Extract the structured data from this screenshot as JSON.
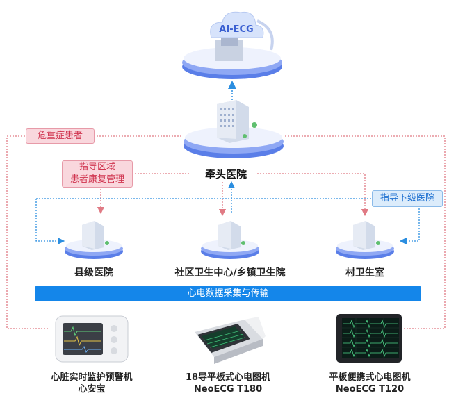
{
  "cloud": {
    "label": "AI-ECG"
  },
  "hub": {
    "label": "牵头医院"
  },
  "tags": {
    "critical": "危重症患者",
    "guide_region_line1": "指导区域",
    "guide_region_line2": "患者康复管理",
    "guide_lower": "指导下级医院"
  },
  "facilities": [
    {
      "label": "县级医院"
    },
    {
      "label": "社区卫生中心/乡镇卫生院"
    },
    {
      "label": "村卫生室"
    }
  ],
  "banner": {
    "label": "心电数据采集与传输"
  },
  "devices": [
    {
      "line1": "心脏实时监护预警机",
      "line2": "心安宝"
    },
    {
      "line1": "18导平板式心电图机",
      "line2": "NeoECG T180"
    },
    {
      "line1": "平板便携式心电图机",
      "line2": "NeoECG T120"
    }
  ],
  "colors": {
    "red_line": "#e07a84",
    "blue_line": "#2b8ee0",
    "banner": "#1486ea"
  }
}
